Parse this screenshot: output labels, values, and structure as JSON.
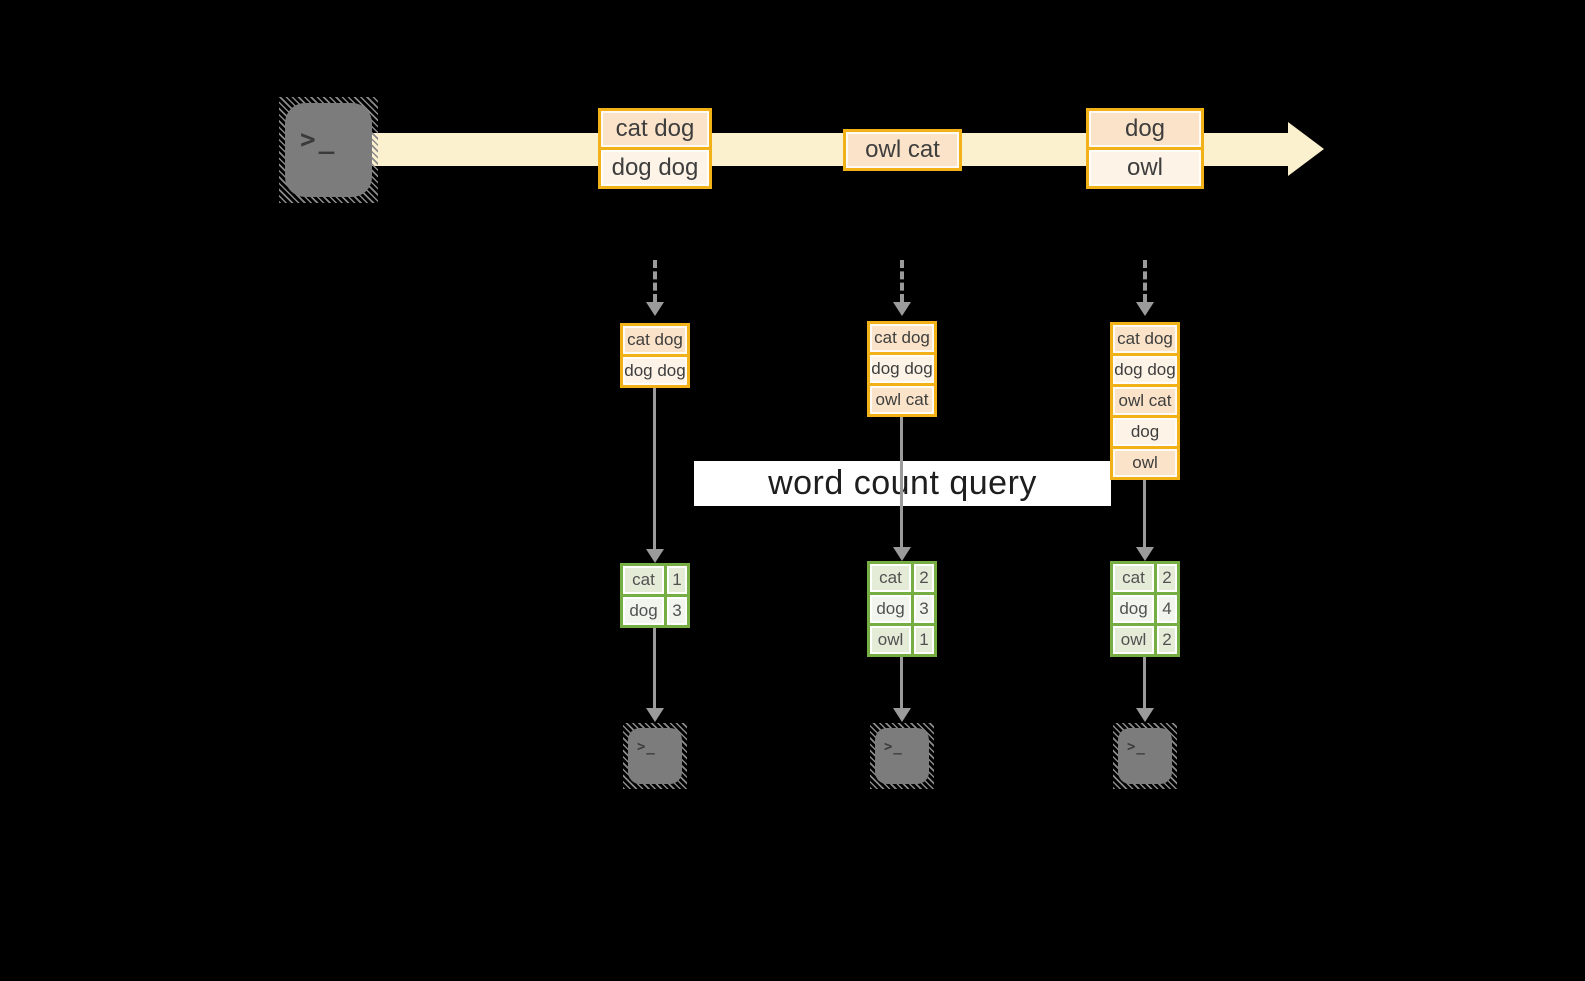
{
  "banner": {
    "label": "word count query"
  },
  "colors": {
    "background": "#000000",
    "stream_band": "#FCF1CF",
    "box_border_orange": "#F2B117",
    "box_fill_peach": "#FAE3C8",
    "box_fill_cream": "#FDF4E7",
    "table_border_green": "#76AE44",
    "table_fill_tint": "#E4ECD8",
    "table_fill_light": "#F2F5EE",
    "arrow_gray": "#9B9B9B",
    "terminal_gray": "#7C7C7C",
    "banner_bg": "#FFFFFF"
  },
  "source_terminal": {
    "icon": "terminal-icon",
    "glyph": ">_"
  },
  "stream_batches": [
    {
      "lines": [
        "cat dog",
        "dog dog"
      ]
    },
    {
      "lines": [
        "owl cat"
      ]
    },
    {
      "lines": [
        "dog",
        "owl"
      ]
    }
  ],
  "windows": [
    {
      "lines": [
        "cat dog",
        "dog dog"
      ]
    },
    {
      "lines": [
        "cat dog",
        "dog dog",
        "owl cat"
      ]
    },
    {
      "lines": [
        "cat dog",
        "dog dog",
        "owl cat",
        "dog",
        "owl"
      ]
    }
  ],
  "count_tables": [
    {
      "rows": [
        {
          "word": "cat",
          "count": "1"
        },
        {
          "word": "dog",
          "count": "3"
        }
      ]
    },
    {
      "rows": [
        {
          "word": "cat",
          "count": "2"
        },
        {
          "word": "dog",
          "count": "3"
        },
        {
          "word": "owl",
          "count": "1"
        }
      ]
    },
    {
      "rows": [
        {
          "word": "cat",
          "count": "2"
        },
        {
          "word": "dog",
          "count": "4"
        },
        {
          "word": "owl",
          "count": "2"
        }
      ]
    }
  ],
  "sink_terminals": [
    {
      "glyph": ">_"
    },
    {
      "glyph": ">_"
    },
    {
      "glyph": ">_"
    }
  ]
}
